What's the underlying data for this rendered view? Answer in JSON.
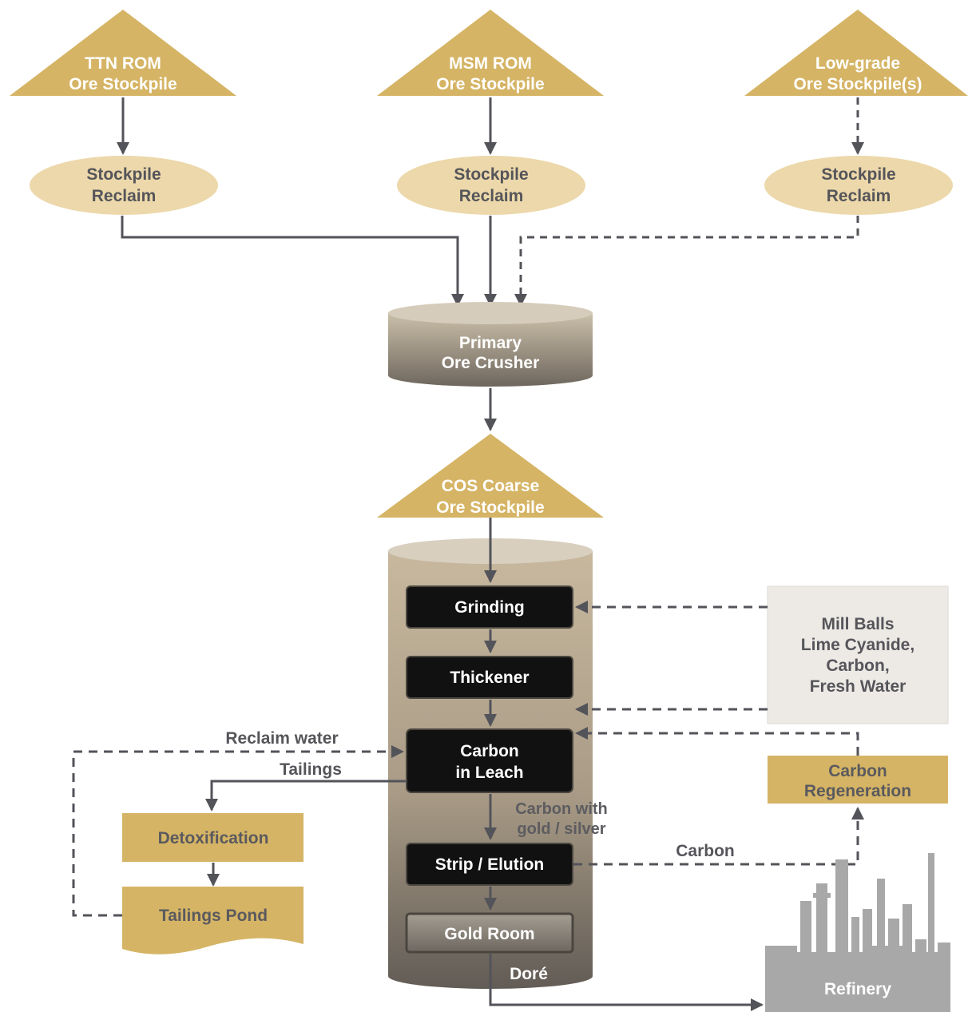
{
  "stockpiles": {
    "ttn": [
      "TTN ROM",
      "Ore Stockpile"
    ],
    "msm": [
      "MSM ROM",
      "Ore Stockpile"
    ],
    "low": [
      "Low-grade",
      "Ore Stockpile(s)"
    ]
  },
  "reclaim": [
    "Stockpile",
    "Reclaim"
  ],
  "crusher": [
    "Primary",
    "Ore Crusher"
  ],
  "cos": [
    "COS Coarse",
    "Ore Stockpile"
  ],
  "process": {
    "grinding": "Grinding",
    "thickener": "Thickener",
    "cil": [
      "Carbon",
      "in Leach"
    ],
    "strip": "Strip / Elution",
    "gold_room": "Gold Room",
    "dore": "Doré"
  },
  "reagents": [
    "Mill Balls",
    "Lime Cyanide,",
    "Carbon,",
    "Fresh Water"
  ],
  "carbon_regen": [
    "Carbon",
    "Regeneration"
  ],
  "detox": "Detoxification",
  "tailings_pond": "Tailings Pond",
  "refinery": "Refinery",
  "flow_labels": {
    "reclaim_water": "Reclaim water",
    "tailings": "Tailings",
    "carbon_gold": [
      "Carbon with",
      "gold / silver"
    ],
    "carbon": "Carbon"
  },
  "colors": {
    "gold": "#d5b465",
    "light_gold": "#ecd8aa",
    "arrow": "#53535a",
    "process_box": "#111111",
    "reagent_bg": "#edeae6"
  }
}
